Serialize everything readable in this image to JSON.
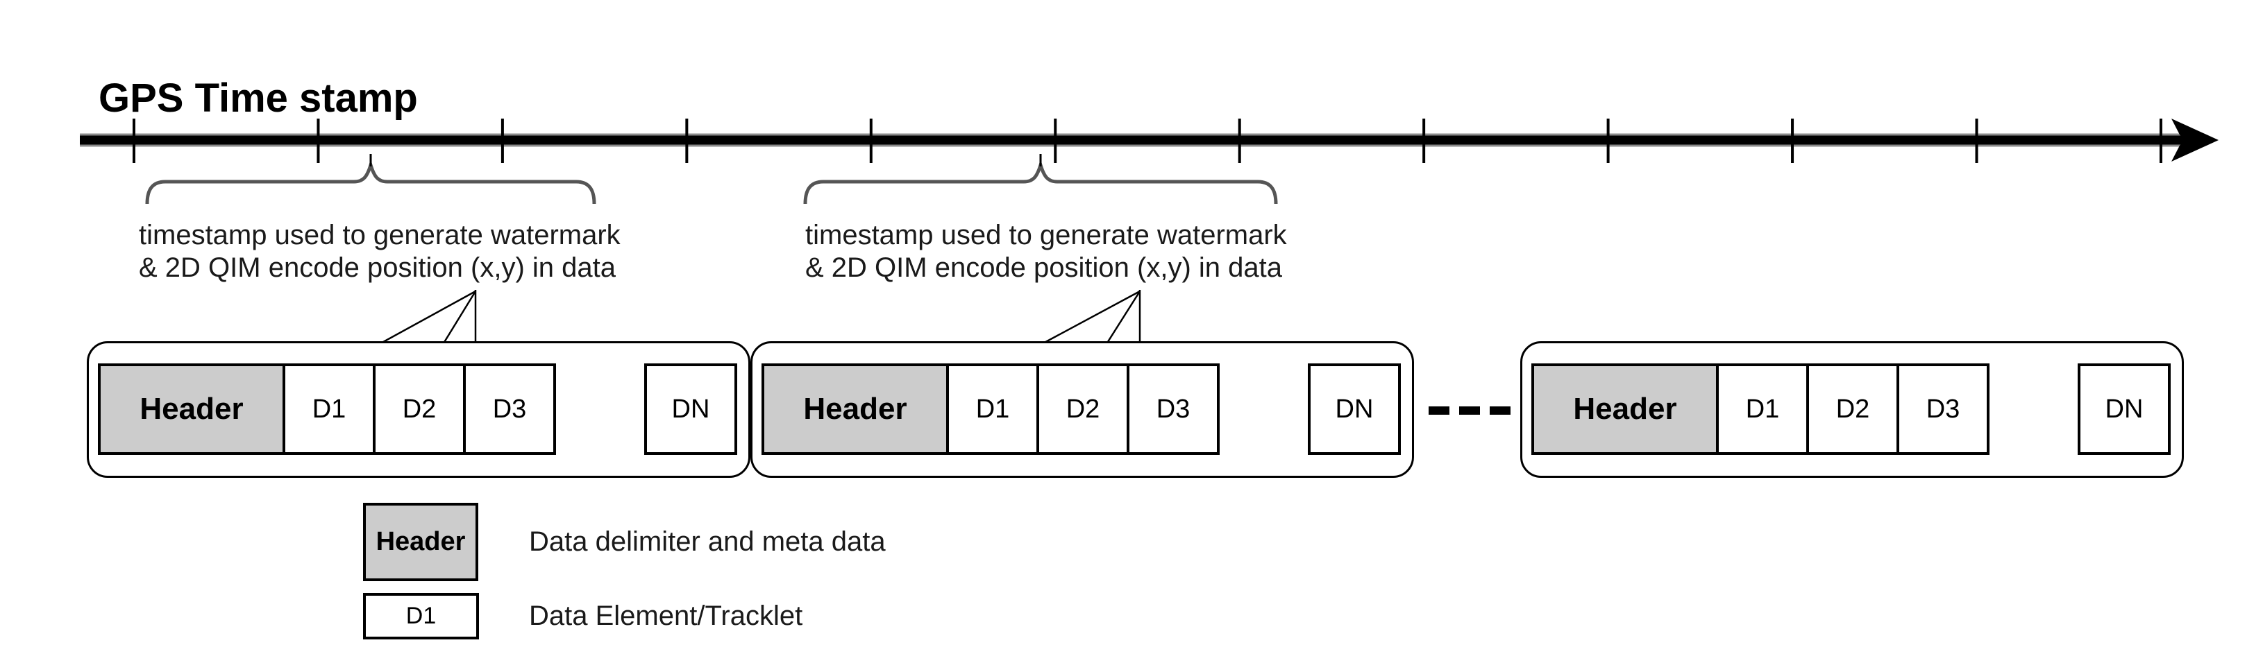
{
  "title": "GPS Time stamp",
  "timeline": {
    "tick_count": 12
  },
  "annotations": {
    "first": {
      "line1": "timestamp used to generate watermark",
      "line2": "& 2D QIM encode position (x,y) in data"
    },
    "second": {
      "line1": "timestamp used to generate watermark",
      "line2": "& 2D QIM encode position (x,y) in data"
    }
  },
  "frames": [
    {
      "header": "Header",
      "d1": "D1",
      "d2": "D2",
      "d3": "D3",
      "dn": "DN"
    },
    {
      "header": "Header",
      "d1": "D1",
      "d2": "D2",
      "d3": "D3",
      "dn": "DN"
    },
    {
      "header": "Header",
      "d1": "D1",
      "d2": "D2",
      "d3": "D3",
      "dn": "DN"
    }
  ],
  "legend": {
    "header_swatch": "Header",
    "header_desc": "Data delimiter and meta data",
    "d1_swatch": "D1",
    "d1_desc": "Data Element/Tracklet"
  },
  "colors": {
    "header_fill": "#cccccc",
    "line": "#000000",
    "brace": "#555555"
  }
}
